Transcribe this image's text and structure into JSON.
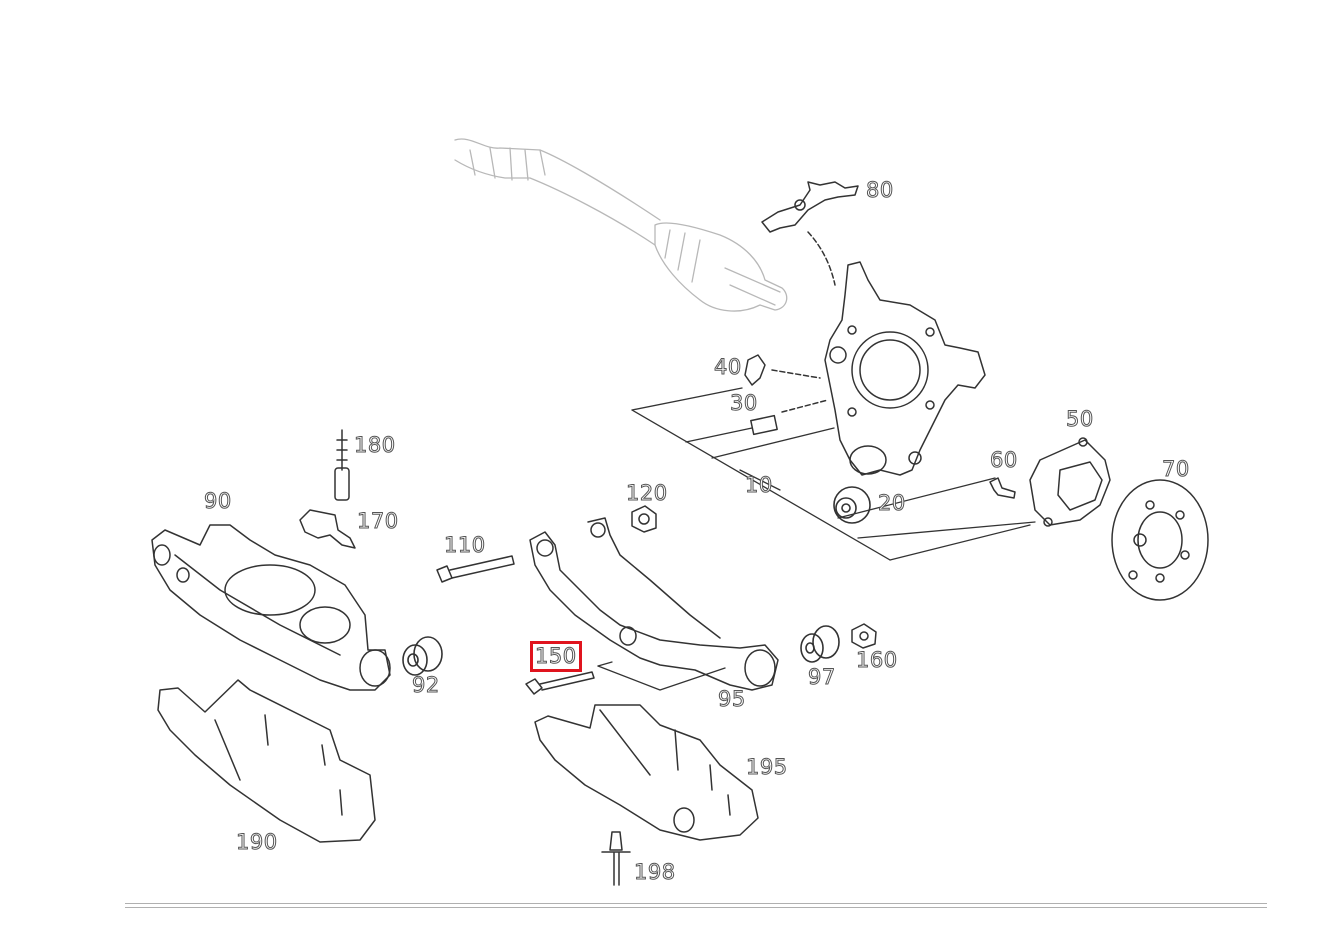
{
  "diagram": {
    "highlight_color": "#e0141e",
    "line_color": "#333333",
    "faded_color": "#b8b8b8",
    "highlighted_part": "150",
    "labels": {
      "l80": "80",
      "l40": "40",
      "l30": "30",
      "l10": "10",
      "l20": "20",
      "l60": "60",
      "l50": "50",
      "l70": "70",
      "l120": "120",
      "l180": "180",
      "l170": "170",
      "l90": "90",
      "l110": "110",
      "l92": "92",
      "l150": "150",
      "l95": "95",
      "l97": "97",
      "l160": "160",
      "l195": "195",
      "l190": "190",
      "l198": "198"
    }
  }
}
